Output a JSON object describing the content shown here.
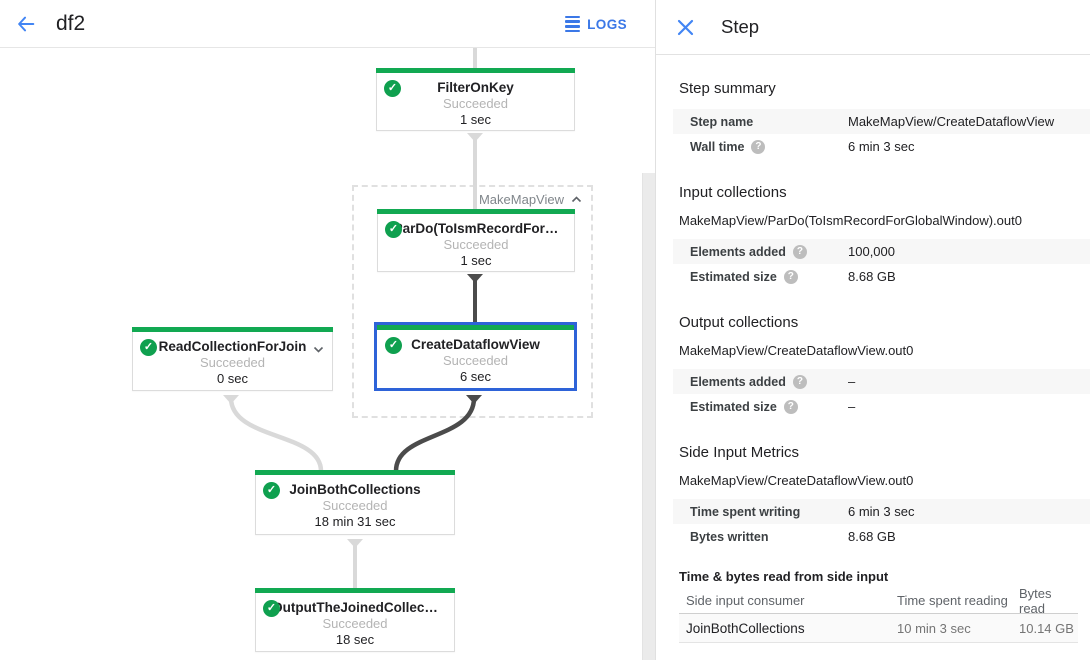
{
  "topbar": {
    "title": "df2",
    "logs_label": "LOGS"
  },
  "panel": {
    "title": "Step",
    "summary": {
      "heading": "Step summary",
      "step_name_label": "Step name",
      "step_name": "MakeMapView/CreateDataflowView",
      "wall_time_label": "Wall time",
      "wall_time": "6 min 3 sec"
    },
    "input": {
      "heading": "Input collections",
      "collection": "MakeMapView/ParDo(ToIsmRecordForGlobalWindow).out0",
      "elements_label": "Elements added",
      "elements": "100,000",
      "size_label": "Estimated size",
      "size": "8.68 GB"
    },
    "output": {
      "heading": "Output collections",
      "collection": "MakeMapView/CreateDataflowView.out0",
      "elements_label": "Elements added",
      "elements": "–",
      "size_label": "Estimated size",
      "size": "–"
    },
    "side_input": {
      "heading": "Side Input Metrics",
      "collection": "MakeMapView/CreateDataflowView.out0",
      "writing_label": "Time spent writing",
      "writing": "6 min 3 sec",
      "bytes_label": "Bytes written",
      "bytes": "8.68 GB"
    },
    "side_table": {
      "heading": "Time & bytes read from side input",
      "col_consumer": "Side input consumer",
      "col_time": "Time spent reading",
      "col_bytes": "Bytes read",
      "row": {
        "consumer": "JoinBothCollections",
        "time": "10 min 3 sec",
        "bytes": "10.14 GB"
      }
    }
  },
  "graph": {
    "group_label": "MakeMapView",
    "nodes": {
      "filter": {
        "title": "FilterOnKey",
        "status": "Succeeded",
        "time": "1 sec"
      },
      "pardo": {
        "title": "ParDo(ToIsmRecordFor…",
        "status": "Succeeded",
        "time": "1 sec"
      },
      "create": {
        "title": "CreateDataflowView",
        "status": "Succeeded",
        "time": "6 sec"
      },
      "read": {
        "title": "ReadCollectionForJoin",
        "status": "Succeeded",
        "time": "0 sec"
      },
      "join": {
        "title": "JoinBothCollections",
        "status": "Succeeded",
        "time": "18 min 31 sec"
      },
      "output": {
        "title": "OutputTheJoinedCollec…",
        "status": "Succeeded",
        "time": "18 sec"
      }
    },
    "check_glyph": "✓",
    "help_glyph": "?"
  },
  "colors": {
    "accent_blue": "#4285f4",
    "link_blue": "#3b78e7",
    "node_green": "#12a952",
    "selection_blue": "#2e63d8"
  }
}
